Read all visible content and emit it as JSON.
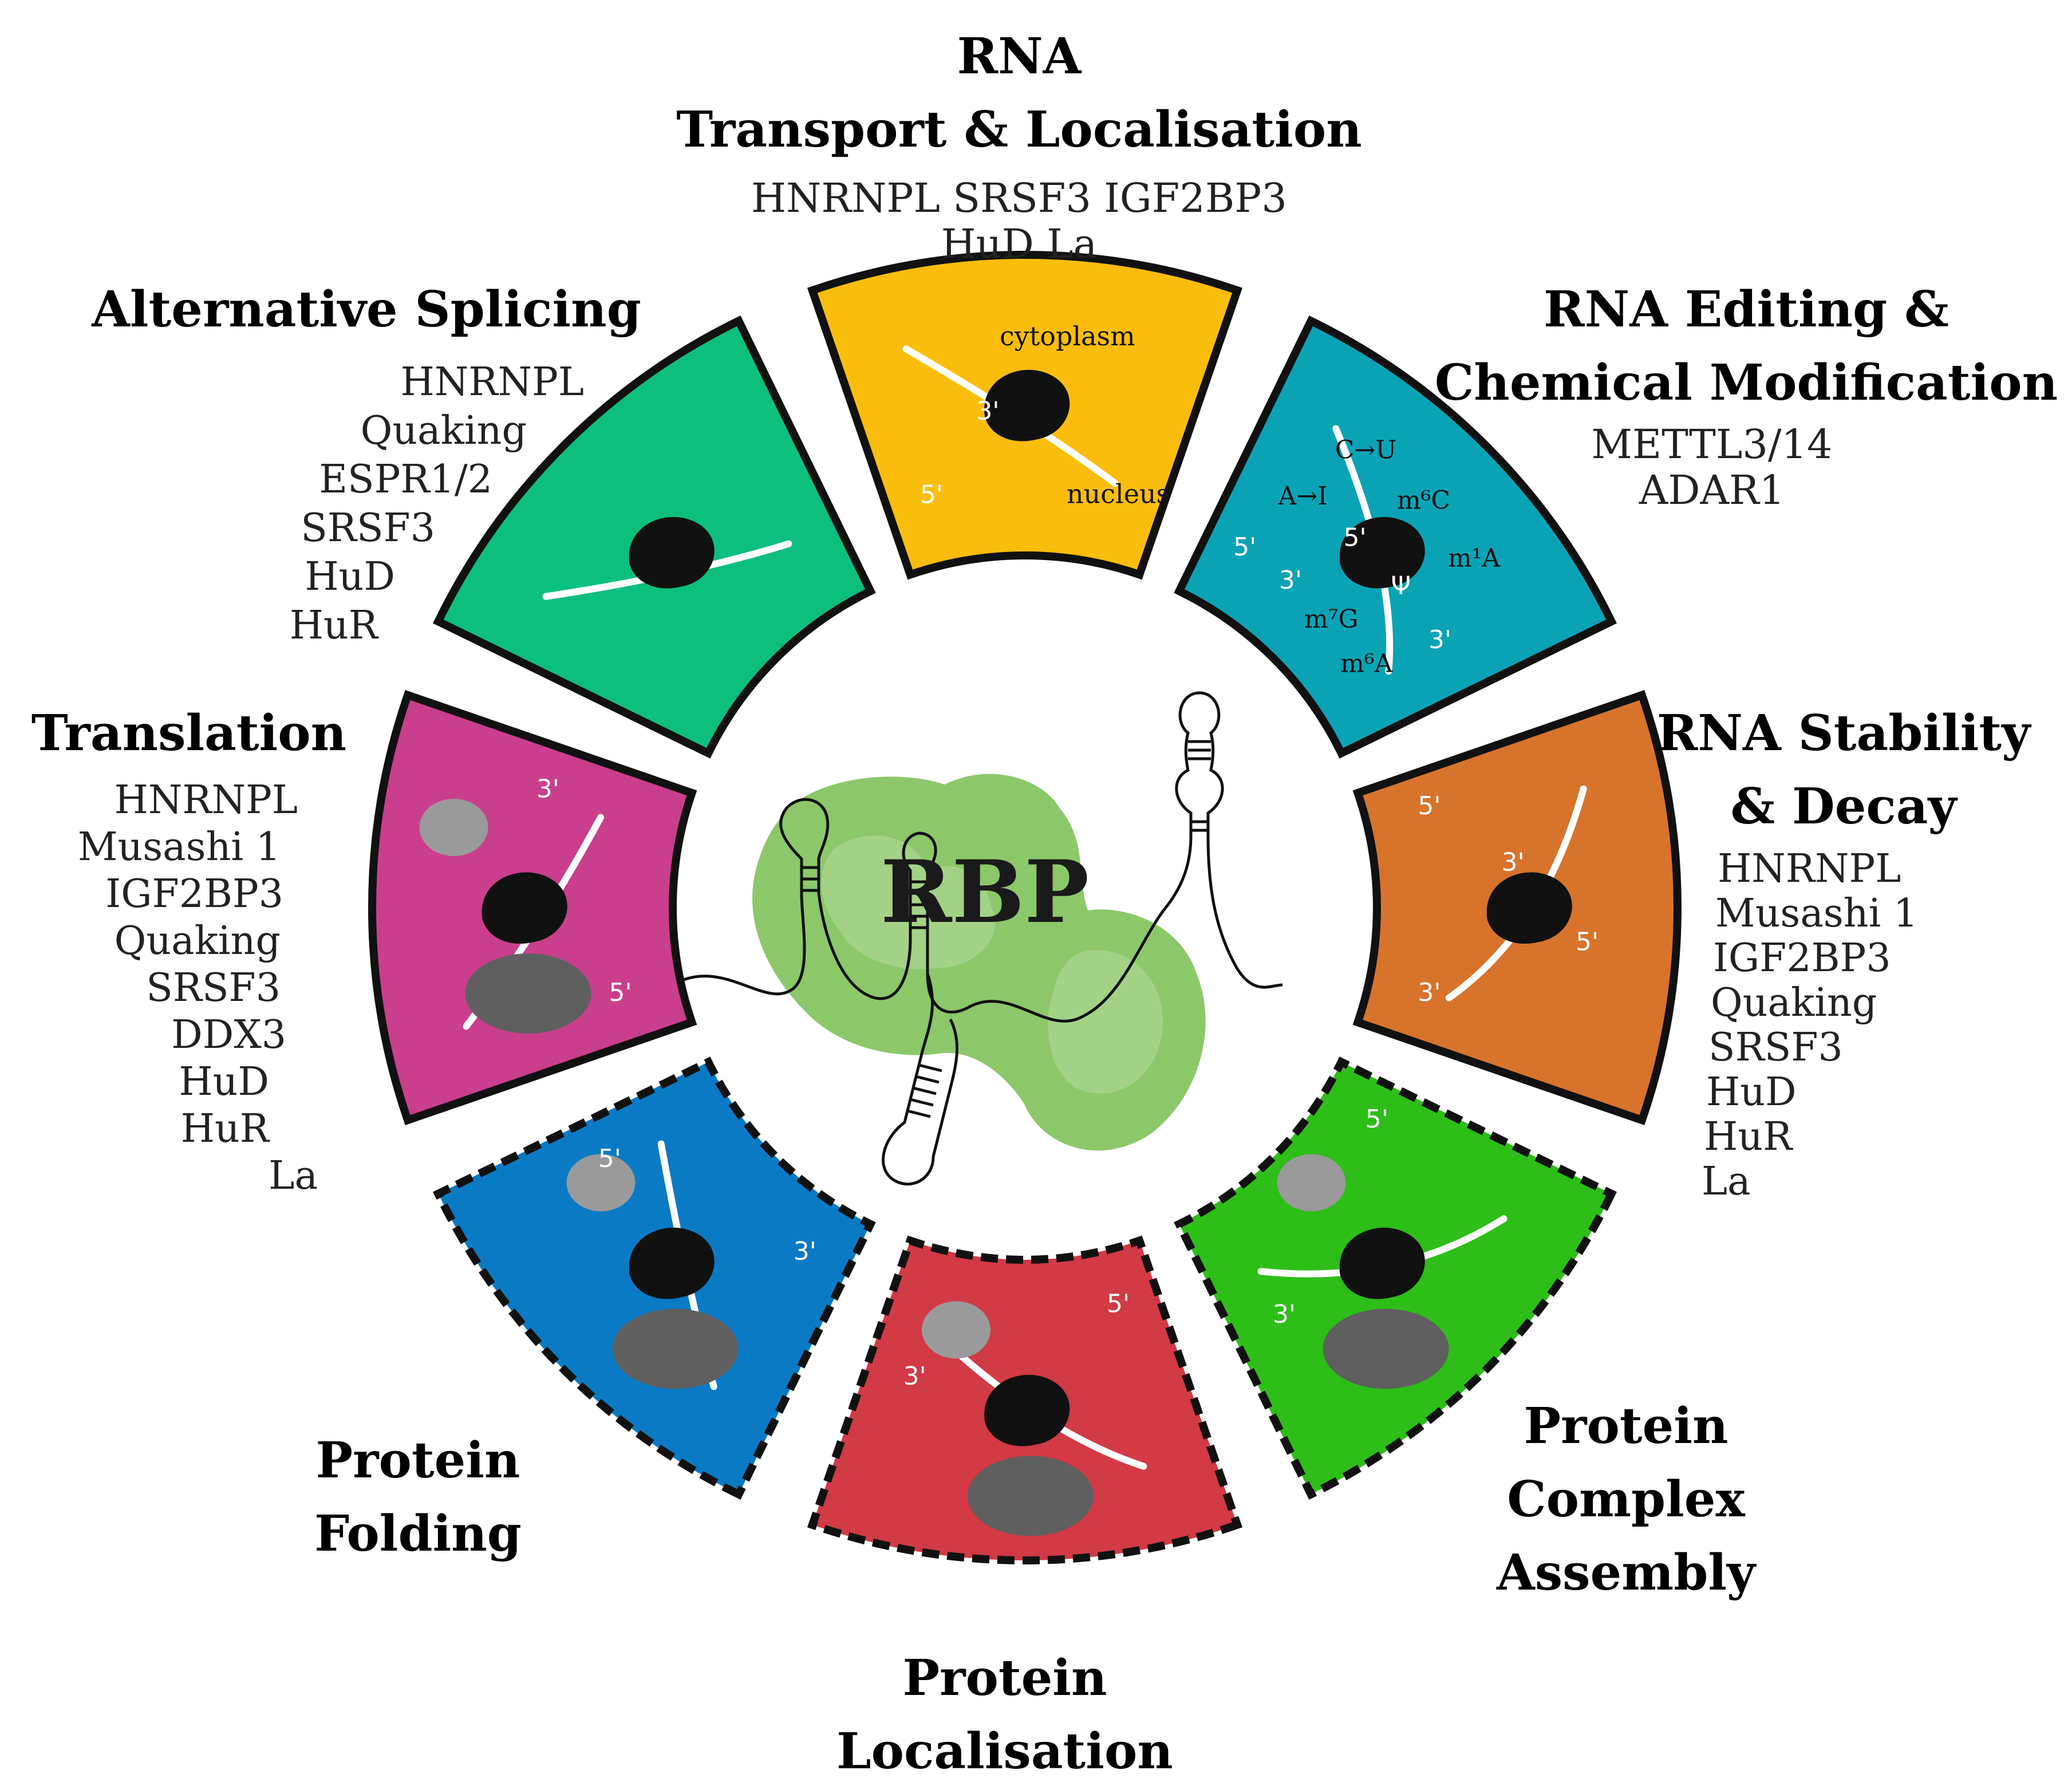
{
  "center": {
    "label": "RBP"
  },
  "segments": [
    {
      "id": "transport",
      "title": [
        "RNA",
        "Transport & Localisation"
      ],
      "proteins": [
        "HNRNPL  SRSF3  IGF2BP3",
        "HuD      La"
      ],
      "color": "#FBBD0B",
      "dashed": false,
      "labels": [
        "5'",
        "3'",
        "cytoplasm",
        "nucleus"
      ]
    },
    {
      "id": "editing",
      "title": [
        "RNA Editing &",
        "Chemical Modification"
      ],
      "proteins": [
        "METTL3/14",
        "ADAR1"
      ],
      "color": "#0AA3B5",
      "dashed": false,
      "labels": [
        "5'",
        "A→I",
        "C→U",
        "3'",
        "5'",
        "m⁶C",
        "m⁷G",
        "Ψ",
        "m¹A",
        "m⁶A",
        "3'"
      ]
    },
    {
      "id": "stability",
      "title": [
        "RNA Stability",
        "& Decay"
      ],
      "proteins": [
        "HNRNPL",
        "Musashi 1",
        "IGF2BP3",
        "Quaking",
        "SRSF3",
        "HuD",
        "HuR",
        "La"
      ],
      "color": "#D8732C",
      "dashed": false,
      "labels": [
        "5'",
        "3'",
        "5'",
        "3'"
      ]
    },
    {
      "id": "complex",
      "title": [
        "Protein",
        "Complex",
        "Assembly"
      ],
      "proteins": [],
      "color": "#2DBE18",
      "dashed": true,
      "labels": [
        "5'",
        "3'"
      ]
    },
    {
      "id": "localisation",
      "title": [
        "Protein",
        "Localisation"
      ],
      "proteins": [],
      "color": "#D23A45",
      "dashed": true,
      "labels": [
        "5'",
        "3'"
      ]
    },
    {
      "id": "folding",
      "title": [
        "Protein",
        "Folding"
      ],
      "proteins": [],
      "color": "#0A7AC5",
      "dashed": true,
      "labels": [
        "3'",
        "5'"
      ]
    },
    {
      "id": "translation",
      "title": [
        "Translation"
      ],
      "proteins": [
        "HNRNPL",
        "Musashi 1",
        "IGF2BP3",
        "Quaking",
        "SRSF3",
        "DDX3",
        "HuD",
        "HuR",
        "La"
      ],
      "color": "#C93F8D",
      "dashed": false,
      "labels": [
        "5'",
        "3'"
      ]
    },
    {
      "id": "splicing",
      "title": [
        "Alternative Splicing"
      ],
      "proteins": [
        "HNRNPL",
        "Quaking",
        "ESPR1/2",
        "SRSF3",
        "HuD",
        "HuR"
      ],
      "color": "#0DBF7E",
      "dashed": false,
      "labels": []
    }
  ]
}
